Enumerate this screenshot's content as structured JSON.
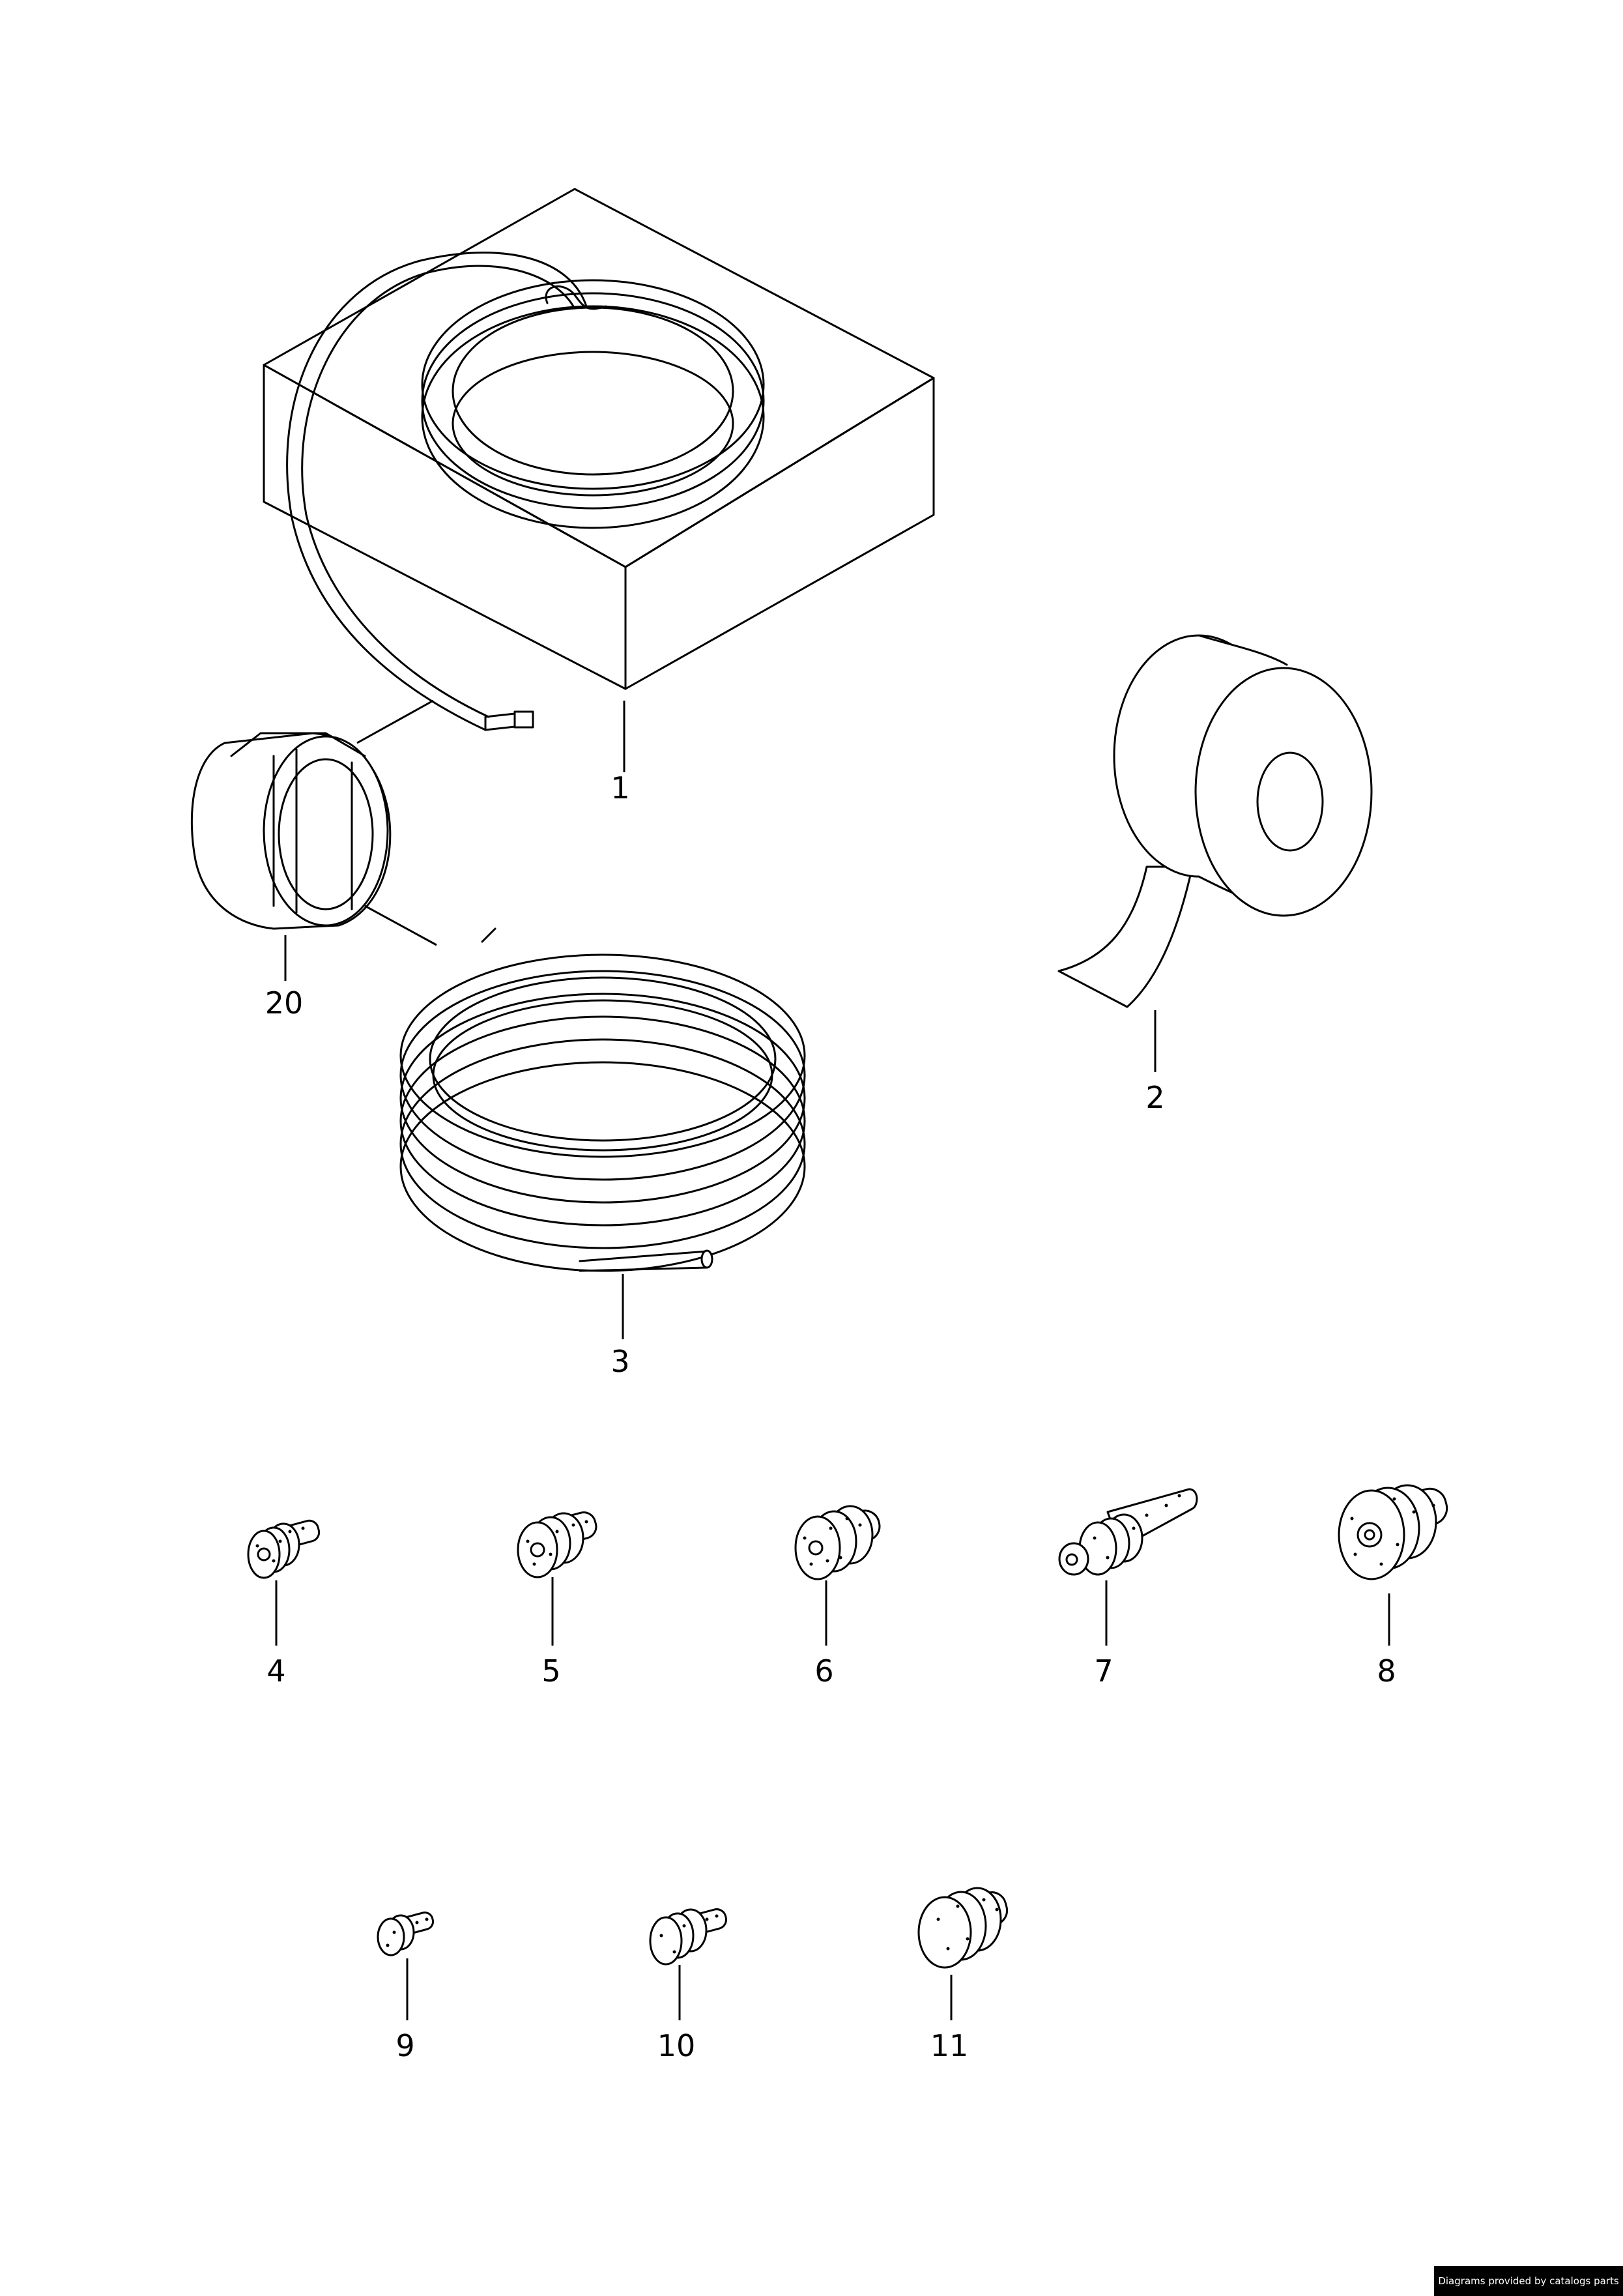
{
  "callouts": {
    "c1": "1",
    "c2": "2",
    "c3": "3",
    "c4": "4",
    "c5": "5",
    "c6": "6",
    "c7": "7",
    "c8": "8",
    "c9": "9",
    "c10": "10",
    "c11": "11",
    "c20": "20"
  },
  "footer": {
    "credit": "Diagrams provided by catalogs parts",
    "background": "#000000",
    "text_color": "#ffffff"
  },
  "parts": [
    {
      "ref": "1",
      "icon": "wire-coil-package-icon"
    },
    {
      "ref": "2",
      "icon": "tape-roll-icon"
    },
    {
      "ref": "3",
      "icon": "tube-coil-icon"
    },
    {
      "ref": "4",
      "icon": "single-wire-seal-icon"
    },
    {
      "ref": "5",
      "icon": "single-wire-seal-icon"
    },
    {
      "ref": "6",
      "icon": "single-wire-seal-icon"
    },
    {
      "ref": "7",
      "icon": "single-wire-seal-icon"
    },
    {
      "ref": "8",
      "icon": "single-wire-seal-icon"
    },
    {
      "ref": "9",
      "icon": "single-wire-seal-icon"
    },
    {
      "ref": "10",
      "icon": "single-wire-seal-icon"
    },
    {
      "ref": "11",
      "icon": "single-wire-seal-icon"
    },
    {
      "ref": "20",
      "icon": "cable-clip-icon"
    }
  ]
}
